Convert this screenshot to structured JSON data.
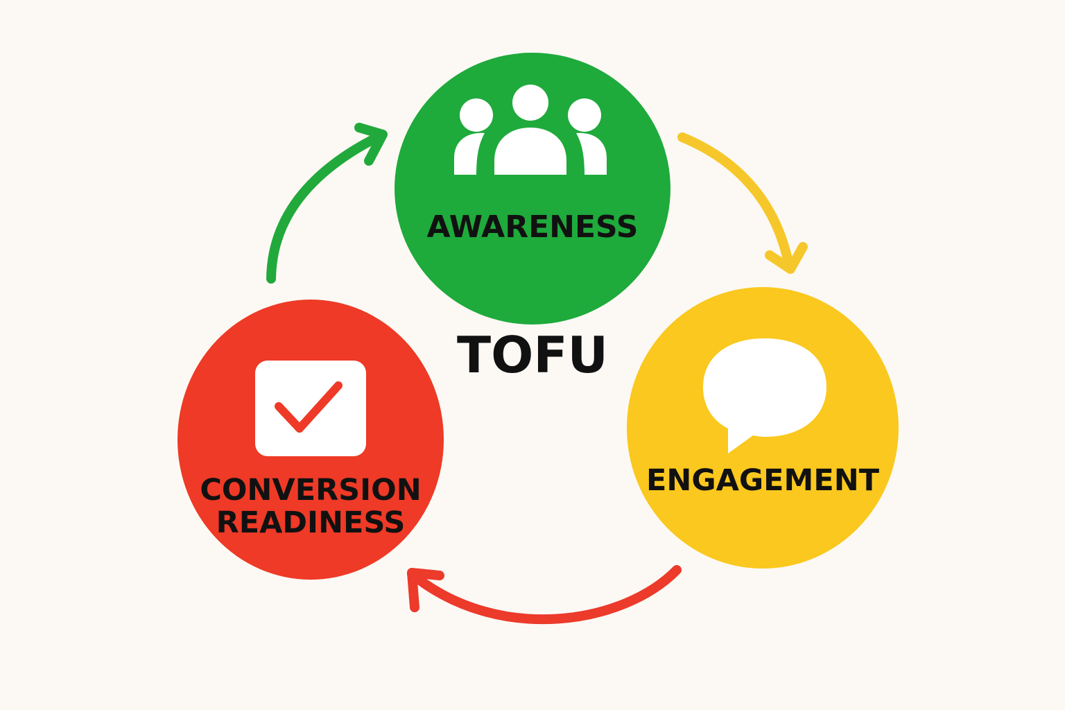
{
  "diagram": {
    "center_title": "TOFU",
    "nodes": [
      {
        "id": "awareness",
        "label": "AWARENESS",
        "icon": "people-group-icon",
        "color": "#1faa3c"
      },
      {
        "id": "engagement",
        "label": "ENGAGEMENT",
        "icon": "speech-bubble-icon",
        "color": "#fac81e"
      },
      {
        "id": "conversion",
        "label_line1": "CONVERSION",
        "label_line2": "READINESS",
        "icon": "checkbox-checked-icon",
        "color": "#ee3a26"
      }
    ],
    "arrows": [
      {
        "from": "awareness",
        "to": "engagement",
        "color": "#f6c72a"
      },
      {
        "from": "engagement",
        "to": "conversion",
        "color": "#ec3a2b"
      },
      {
        "from": "conversion",
        "to": "awareness",
        "color": "#22a93c"
      }
    ]
  }
}
